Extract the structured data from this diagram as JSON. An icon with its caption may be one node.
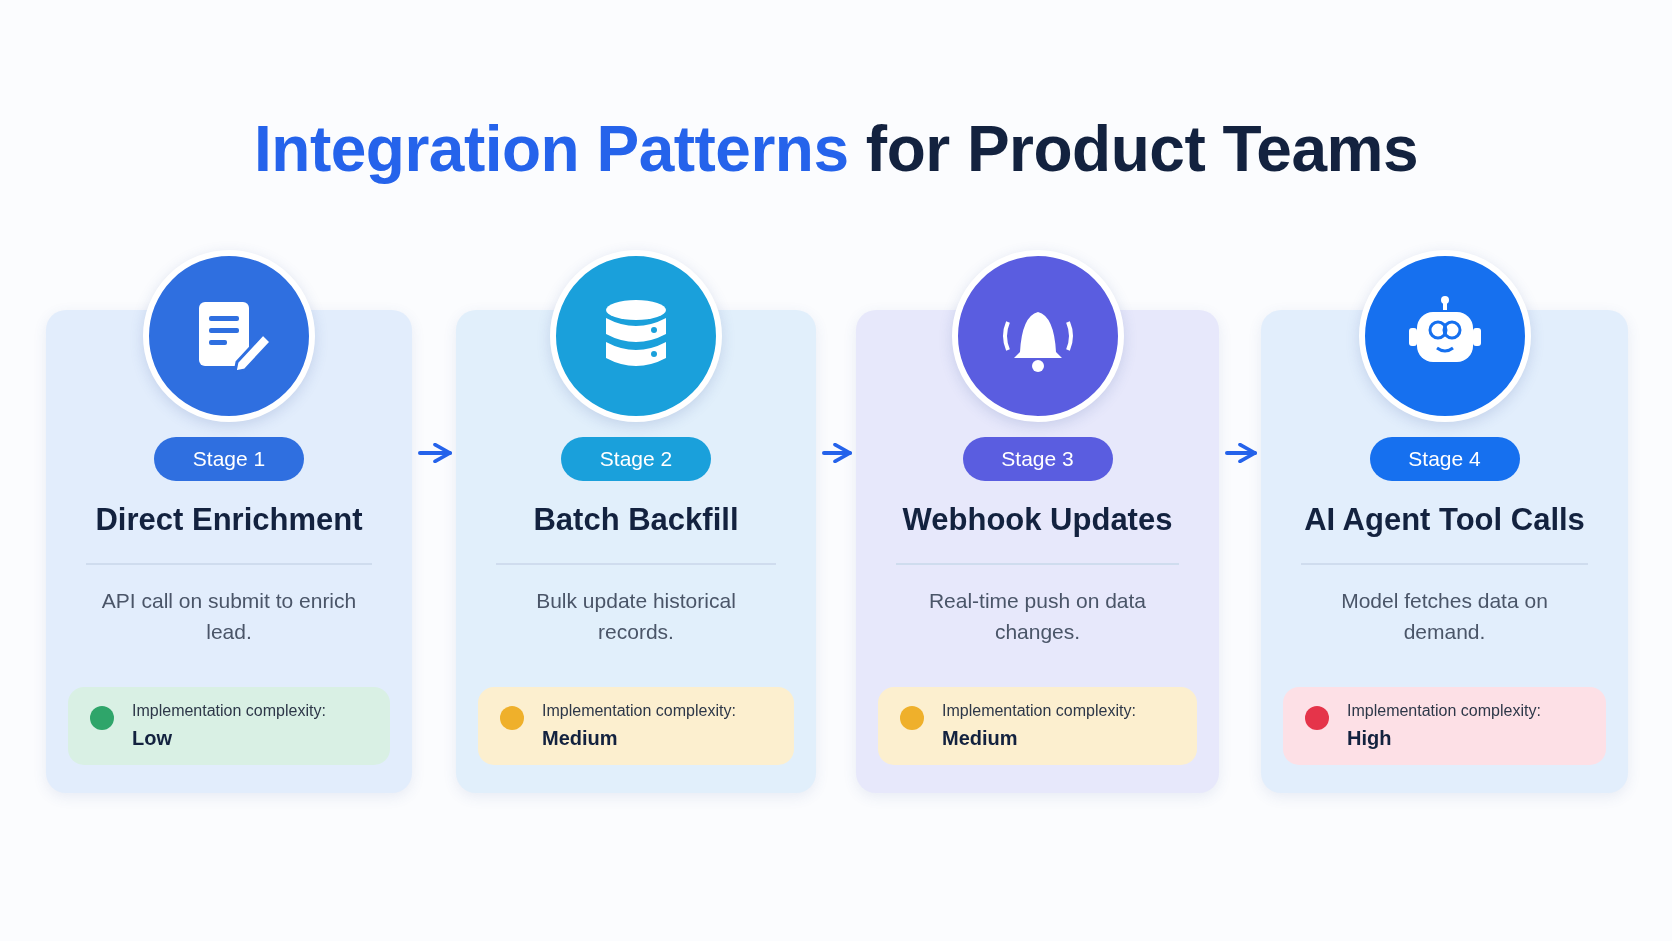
{
  "diagram": {
    "title": "Integration Patterns for Product Teams",
    "nodes": [
      {
        "text": [
          "Direct Enrichment",
          "API call on submit to enrich lead."
        ]
      },
      {
        "text": [
          "Stage 1"
        ],
        "in": 0
      },
      {
        "text": [
          "Implementation complexity:",
          "Low"
        ],
        "in": 0
      },
      {
        "text": [
          "Batch Backfill",
          "Bulk update historical records."
        ]
      },
      {
        "text": [
          "Stage 2"
        ],
        "in": 3
      },
      {
        "text": [
          "Implementation complexity:",
          "Medium"
        ],
        "in": 3
      },
      {
        "text": [
          "Webhook Updates",
          "Real-time push on data changes."
        ]
      },
      {
        "text": [
          "Stage 3"
        ],
        "in": 6
      },
      {
        "text": [
          "Implementation complexity:",
          "Medium"
        ],
        "in": 6
      },
      {
        "text": [
          "AI Agent Tool Calls",
          "Model fetches data on demand."
        ]
      },
      {
        "text": [
          "Stage 4"
        ],
        "in": 9
      },
      {
        "text": [
          "Implementation complexity:",
          "High"
        ],
        "in": 9
      }
    ],
    "edges": [
      {
        "from": 0,
        "to": 3,
        "arrow": "to"
      },
      {
        "from": 3,
        "to": 6,
        "arrow": "to"
      },
      {
        "from": 6,
        "to": 9,
        "arrow": "to"
      }
    ]
  }
}
